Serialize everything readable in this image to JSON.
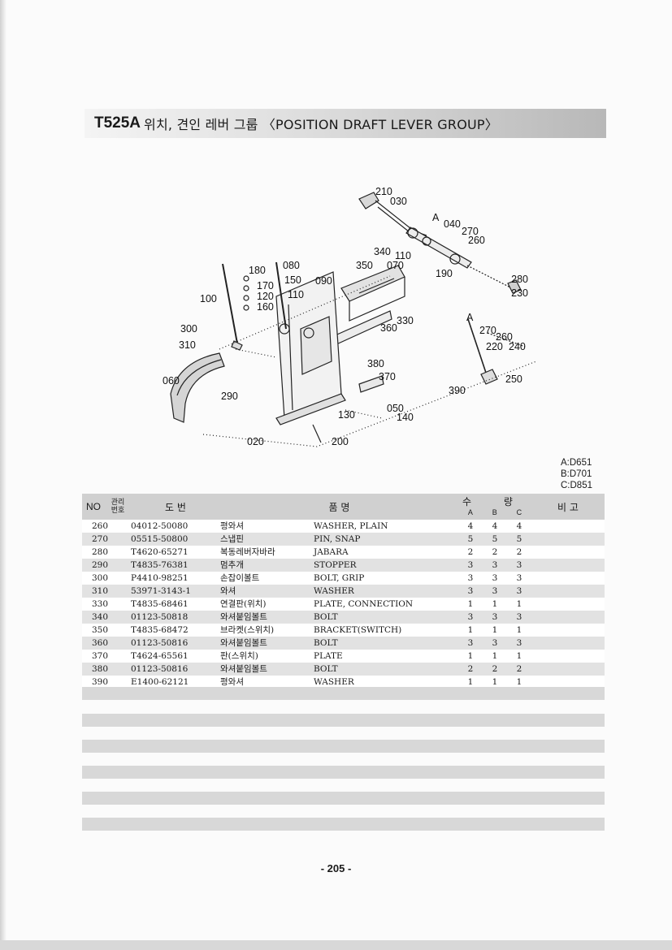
{
  "header": {
    "code": "T525A",
    "title": "위치, 견인 레버 그룹 〈POSITION DRAFT LEVER GROUP〉"
  },
  "diagram": {
    "callouts": [
      "210",
      "030",
      "040",
      "A",
      "270",
      "260",
      "340",
      "110",
      "070",
      "180",
      "080",
      "350",
      "190",
      "280",
      "150",
      "090",
      "230",
      "170",
      "100",
      "120",
      "110",
      "160",
      "330",
      "300",
      "360",
      "A",
      "270",
      "310",
      "260",
      "220",
      "240",
      "380",
      "370",
      "060",
      "250",
      "390",
      "290",
      "050",
      "130",
      "140",
      "020",
      "200"
    ]
  },
  "models": [
    "A:D651",
    "B:D701",
    "C:D851"
  ],
  "table": {
    "headers": {
      "no": "NO",
      "ref_line1": "관리",
      "ref_line2": "번호",
      "part_no": "도 번",
      "name": "품 명",
      "qty": "수 량",
      "qty_a": "A",
      "qty_b": "B",
      "qty_c": "C",
      "remarks": "비 고"
    },
    "rows": [
      {
        "no": "260",
        "part_no": "04012-50080",
        "name_kr": "평와셔",
        "name_en": "WASHER, PLAIN",
        "a": "4",
        "b": "4",
        "c": "4"
      },
      {
        "no": "270",
        "part_no": "05515-50800",
        "name_kr": "스냅핀",
        "name_en": "PIN, SNAP",
        "a": "5",
        "b": "5",
        "c": "5"
      },
      {
        "no": "280",
        "part_no": "T4620-65271",
        "name_kr": "복동레버자바라",
        "name_en": "JABARA",
        "a": "2",
        "b": "2",
        "c": "2"
      },
      {
        "no": "290",
        "part_no": "T4835-76381",
        "name_kr": "멈추개",
        "name_en": "STOPPER",
        "a": "3",
        "b": "3",
        "c": "3"
      },
      {
        "no": "300",
        "part_no": "P4410-98251",
        "name_kr": "손잡이볼트",
        "name_en": "BOLT, GRIP",
        "a": "3",
        "b": "3",
        "c": "3"
      },
      {
        "no": "310",
        "part_no": "53971-3143-1",
        "name_kr": "와셔",
        "name_en": "WASHER",
        "a": "3",
        "b": "3",
        "c": "3"
      },
      {
        "no": "330",
        "part_no": "T4835-68461",
        "name_kr": "연결판(위치)",
        "name_en": "PLATE, CONNECTION",
        "a": "1",
        "b": "1",
        "c": "1"
      },
      {
        "no": "340",
        "part_no": "01123-50818",
        "name_kr": "와셔붙임볼트",
        "name_en": "BOLT",
        "a": "3",
        "b": "3",
        "c": "3"
      },
      {
        "no": "350",
        "part_no": "T4835-68472",
        "name_kr": "브라켓(스위치)",
        "name_en": "BRACKET(SWITCH)",
        "a": "1",
        "b": "1",
        "c": "1"
      },
      {
        "no": "360",
        "part_no": "01123-50816",
        "name_kr": "와셔붙임볼트",
        "name_en": "BOLT",
        "a": "3",
        "b": "3",
        "c": "3"
      },
      {
        "no": "370",
        "part_no": "T4624-65561",
        "name_kr": "판(스위치)",
        "name_en": "PLATE",
        "a": "1",
        "b": "1",
        "c": "1"
      },
      {
        "no": "380",
        "part_no": "01123-50816",
        "name_kr": "와셔붙임볼트",
        "name_en": "BOLT",
        "a": "2",
        "b": "2",
        "c": "2"
      },
      {
        "no": "390",
        "part_no": "E1400-62121",
        "name_kr": "평와셔",
        "name_en": "WASHER",
        "a": "1",
        "b": "1",
        "c": "1"
      }
    ]
  },
  "footer": {
    "page": "- 205 -"
  }
}
